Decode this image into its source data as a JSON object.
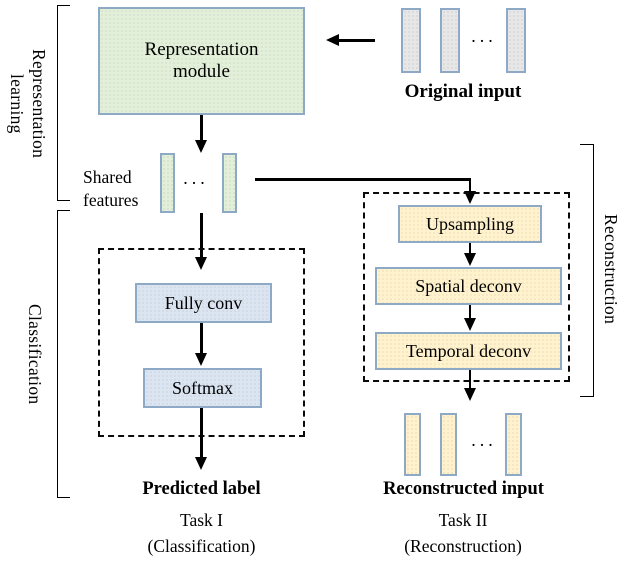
{
  "colors": {
    "green_fill": "#e2efd9",
    "blue_fill": "#dbe5f1",
    "yellow_fill": "#fff2cc",
    "gray_fill": "#e8e7e7",
    "shape_border": "#8ea9c6",
    "line": "#000000"
  },
  "side_labels": {
    "representation_learning": "Representation learning",
    "classification": "Classification",
    "reconstruction": "Reconstruction"
  },
  "boxes": {
    "representation_module": "Representation module",
    "fully_conv": "Fully conv",
    "softmax": "Softmax",
    "upsampling": "Upsampling",
    "spatial_deconv": "Spatial deconv",
    "temporal_deconv": "Temporal deconv"
  },
  "shared": {
    "label": "Shared features",
    "ellipsis": "..."
  },
  "top_input": {
    "label": "Original input",
    "ellipsis": "..."
  },
  "outputs": {
    "predicted_label": "Predicted label",
    "reconstructed_input": "Reconstructed input",
    "ellipsis": "..."
  },
  "tasks": {
    "task1": "Task I",
    "task1_sub": "(Classification)",
    "task2": "Task II",
    "task2_sub": "(Reconstruction)"
  }
}
